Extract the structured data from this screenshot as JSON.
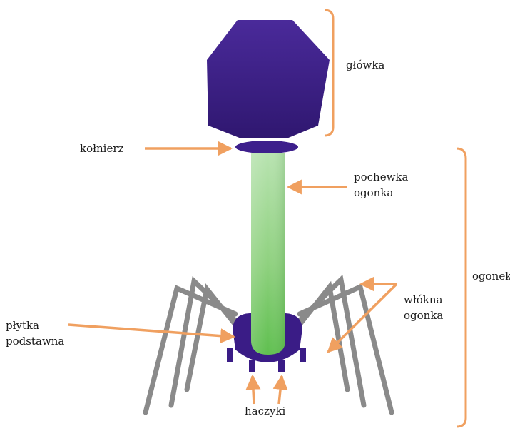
{
  "labels": {
    "head": "główka",
    "collar": "kołnierz",
    "sheath": [
      "pochewka",
      "ogonka"
    ],
    "tail": "ogonek",
    "fibers": [
      "włókna",
      "ogonka"
    ],
    "baseplate": [
      "płytka",
      "podstawna"
    ],
    "hooks": "haczyki"
  },
  "colors": {
    "head": "#3b1f86",
    "collar": "#3d1f8c",
    "baseplate": "#3a1c86",
    "sheath": "#7fc97f",
    "fibers": "#8a8a8a",
    "annotation": "#f0a060"
  }
}
